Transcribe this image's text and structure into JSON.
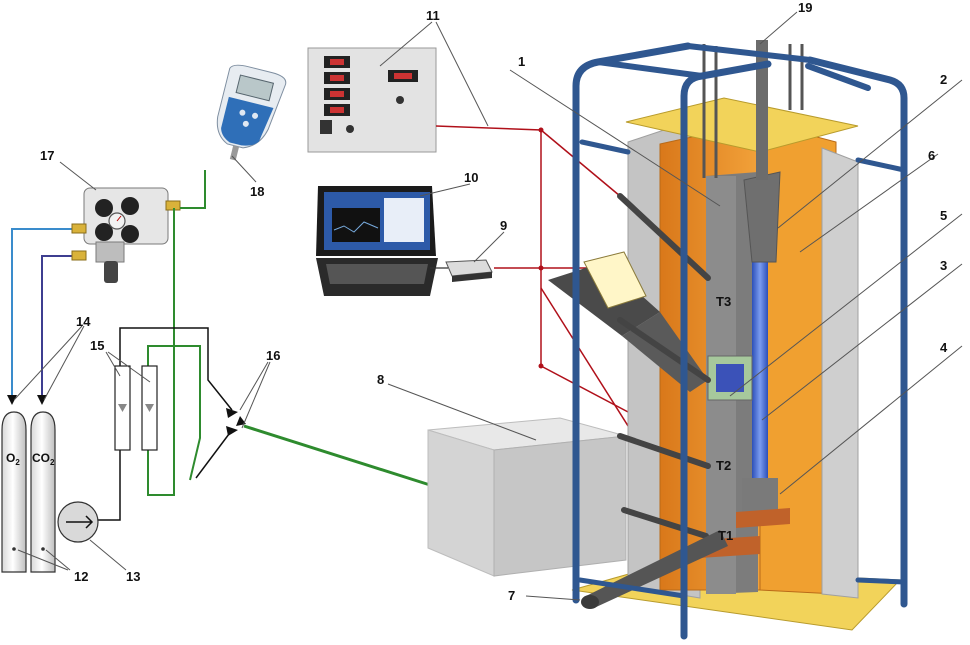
{
  "callouts": {
    "n1": "1",
    "n2": "2",
    "n3": "3",
    "n4": "4",
    "n5": "5",
    "n6": "6",
    "n7": "7",
    "n8": "8",
    "n9": "9",
    "n10": "10",
    "n11": "11",
    "n12": "12",
    "n13": "13",
    "n14": "14",
    "n15": "15",
    "n16": "16",
    "n17": "17",
    "n18": "18",
    "n19": "19"
  },
  "thermocouples": {
    "t1": "T1",
    "t2": "T2",
    "t3": "T3"
  },
  "cylinders": {
    "o2": "O",
    "o2_sub": "2",
    "co2": "CO",
    "co2_sub": "2"
  },
  "colors": {
    "frame": "#2f5790",
    "insulation": "#f0a030",
    "gray_wall": "#c4c4c4",
    "yellow_base": "#f2d35a",
    "red_wire": "#b0101a",
    "green_line": "#2e8b2e",
    "blue_line": "#3a8ccc",
    "purple_line": "#3e3e90",
    "blue_rod": "#4a72d8"
  }
}
